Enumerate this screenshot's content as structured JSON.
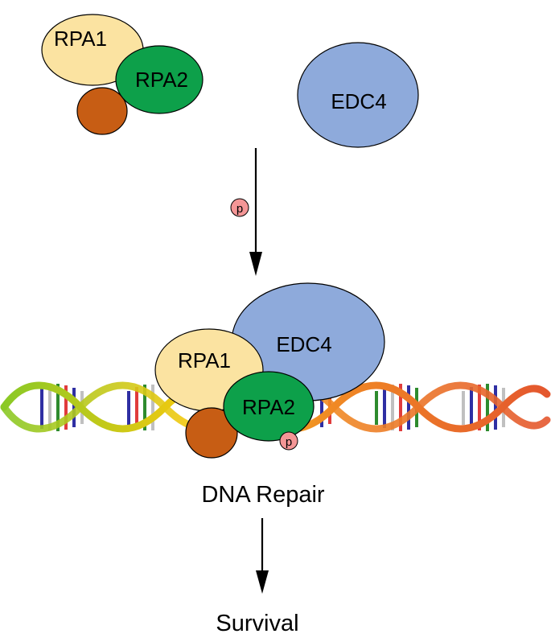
{
  "top": {
    "rpa1": "RPA1",
    "rpa2": "RPA2",
    "edc4": "EDC4"
  },
  "phospho_label": "p",
  "bottom": {
    "rpa1": "RPA1",
    "rpa2": "RPA2",
    "edc4": "EDC4",
    "phospho_label": "p"
  },
  "outcomes": {
    "repair": "DNA Repair",
    "survival": "Survival"
  },
  "colors": {
    "rpa1": "#fbe3a1",
    "rpa2": "#0da04a",
    "rpa3": "#c75d14",
    "edc4": "#8eaadb",
    "phospho": "#f49696"
  }
}
